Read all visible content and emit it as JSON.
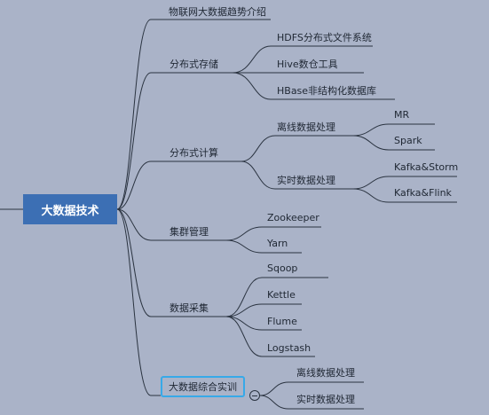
{
  "root": "大数据技术",
  "branches": {
    "b1": "物联网大数据趋势介绍",
    "b2": "分布式存储",
    "b2_children": [
      "HDFS分布式文件系统",
      "Hive数仓工具",
      "HBase非结构化数据库"
    ],
    "b3": "分布式计算",
    "b3_offline": "离线数据处理",
    "b3_offline_children": [
      "MR",
      "Spark"
    ],
    "b3_realtime": "实时数据处理",
    "b3_realtime_children": [
      "Kafka&Storm",
      "Kafka&Flink"
    ],
    "b4": "集群管理",
    "b4_children": [
      "Zookeeper",
      "Yarn"
    ],
    "b5": "数据采集",
    "b5_children": [
      "Sqoop",
      "Kettle",
      "Flume",
      "Logstash"
    ],
    "b6": "大数据综合实训",
    "b6_children": [
      "离线数据处理",
      "实时数据处理"
    ]
  },
  "colors": {
    "root_fill": "#3c6fb4",
    "line": "#2a3340",
    "selected_border": "#37a9e8",
    "background": "#aab3c8"
  }
}
